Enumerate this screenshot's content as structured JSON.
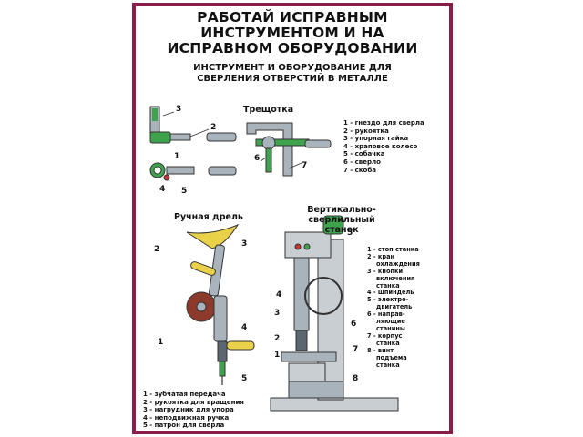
{
  "poster": {
    "title_lines": [
      "РАБОТАЙ ИСПРАВНЫМ",
      "ИНСТРУМЕНТОМ И НА",
      "ИСПРАВНОМ ОБОРУДОВАНИИ"
    ],
    "subtitle_lines": [
      "ИНСТРУМЕНТ И ОБОРУДОВАНИЕ ДЛЯ",
      "СВЕРЛЕНИЯ ОТВЕРСТИЙ В МЕТАЛЛЕ"
    ],
    "border_color": "#8c1d4a"
  },
  "ratchet": {
    "title": "Трещотка",
    "legend": [
      "1 - гнездо для сверла",
      "2 - рукоятка",
      "3 - упорная гайка",
      "4 - храповое колесо",
      "5 - собачка",
      "6 - сверло",
      "7 - скоба"
    ],
    "callouts": [
      "3",
      "2",
      "1",
      "4",
      "5",
      "6",
      "7"
    ]
  },
  "hand_drill": {
    "title": "Ручная дрель",
    "legend": [
      "1 - зубчатая передача",
      "2 - рукоятка для вращения",
      "3 - нагрудник для упора",
      "4 - неподвижная ручка",
      "5 - патрон для сверла"
    ],
    "callouts": [
      "2",
      "3",
      "4",
      "1",
      "5"
    ]
  },
  "drill_press": {
    "title_lines": [
      "Вертикально-сверлильный",
      "станок"
    ],
    "legend": [
      [
        "1 - стоп станка"
      ],
      [
        "2 - кран",
        "охлаждения"
      ],
      [
        "3 - кнопки",
        "включения",
        "станка"
      ],
      [
        "4 - шпиндель"
      ],
      [
        "5 - электро-",
        "двигатель"
      ],
      [
        "6 - направ-",
        "ляющие",
        "станины"
      ],
      [
        "7 - корпус",
        "станка"
      ],
      [
        "8 - винт",
        "подъема",
        "станка"
      ]
    ],
    "callouts": [
      "5",
      "4",
      "3",
      "2",
      "1",
      "6",
      "7",
      "8"
    ]
  },
  "colors": {
    "metal_gray": "#a9b3bb",
    "dark_metal": "#5b6670",
    "grip_yellow": "#e9d24a",
    "gear_red": "#8c3a2c",
    "green": "#3fa34d",
    "machine_body": "#c9ced3"
  }
}
